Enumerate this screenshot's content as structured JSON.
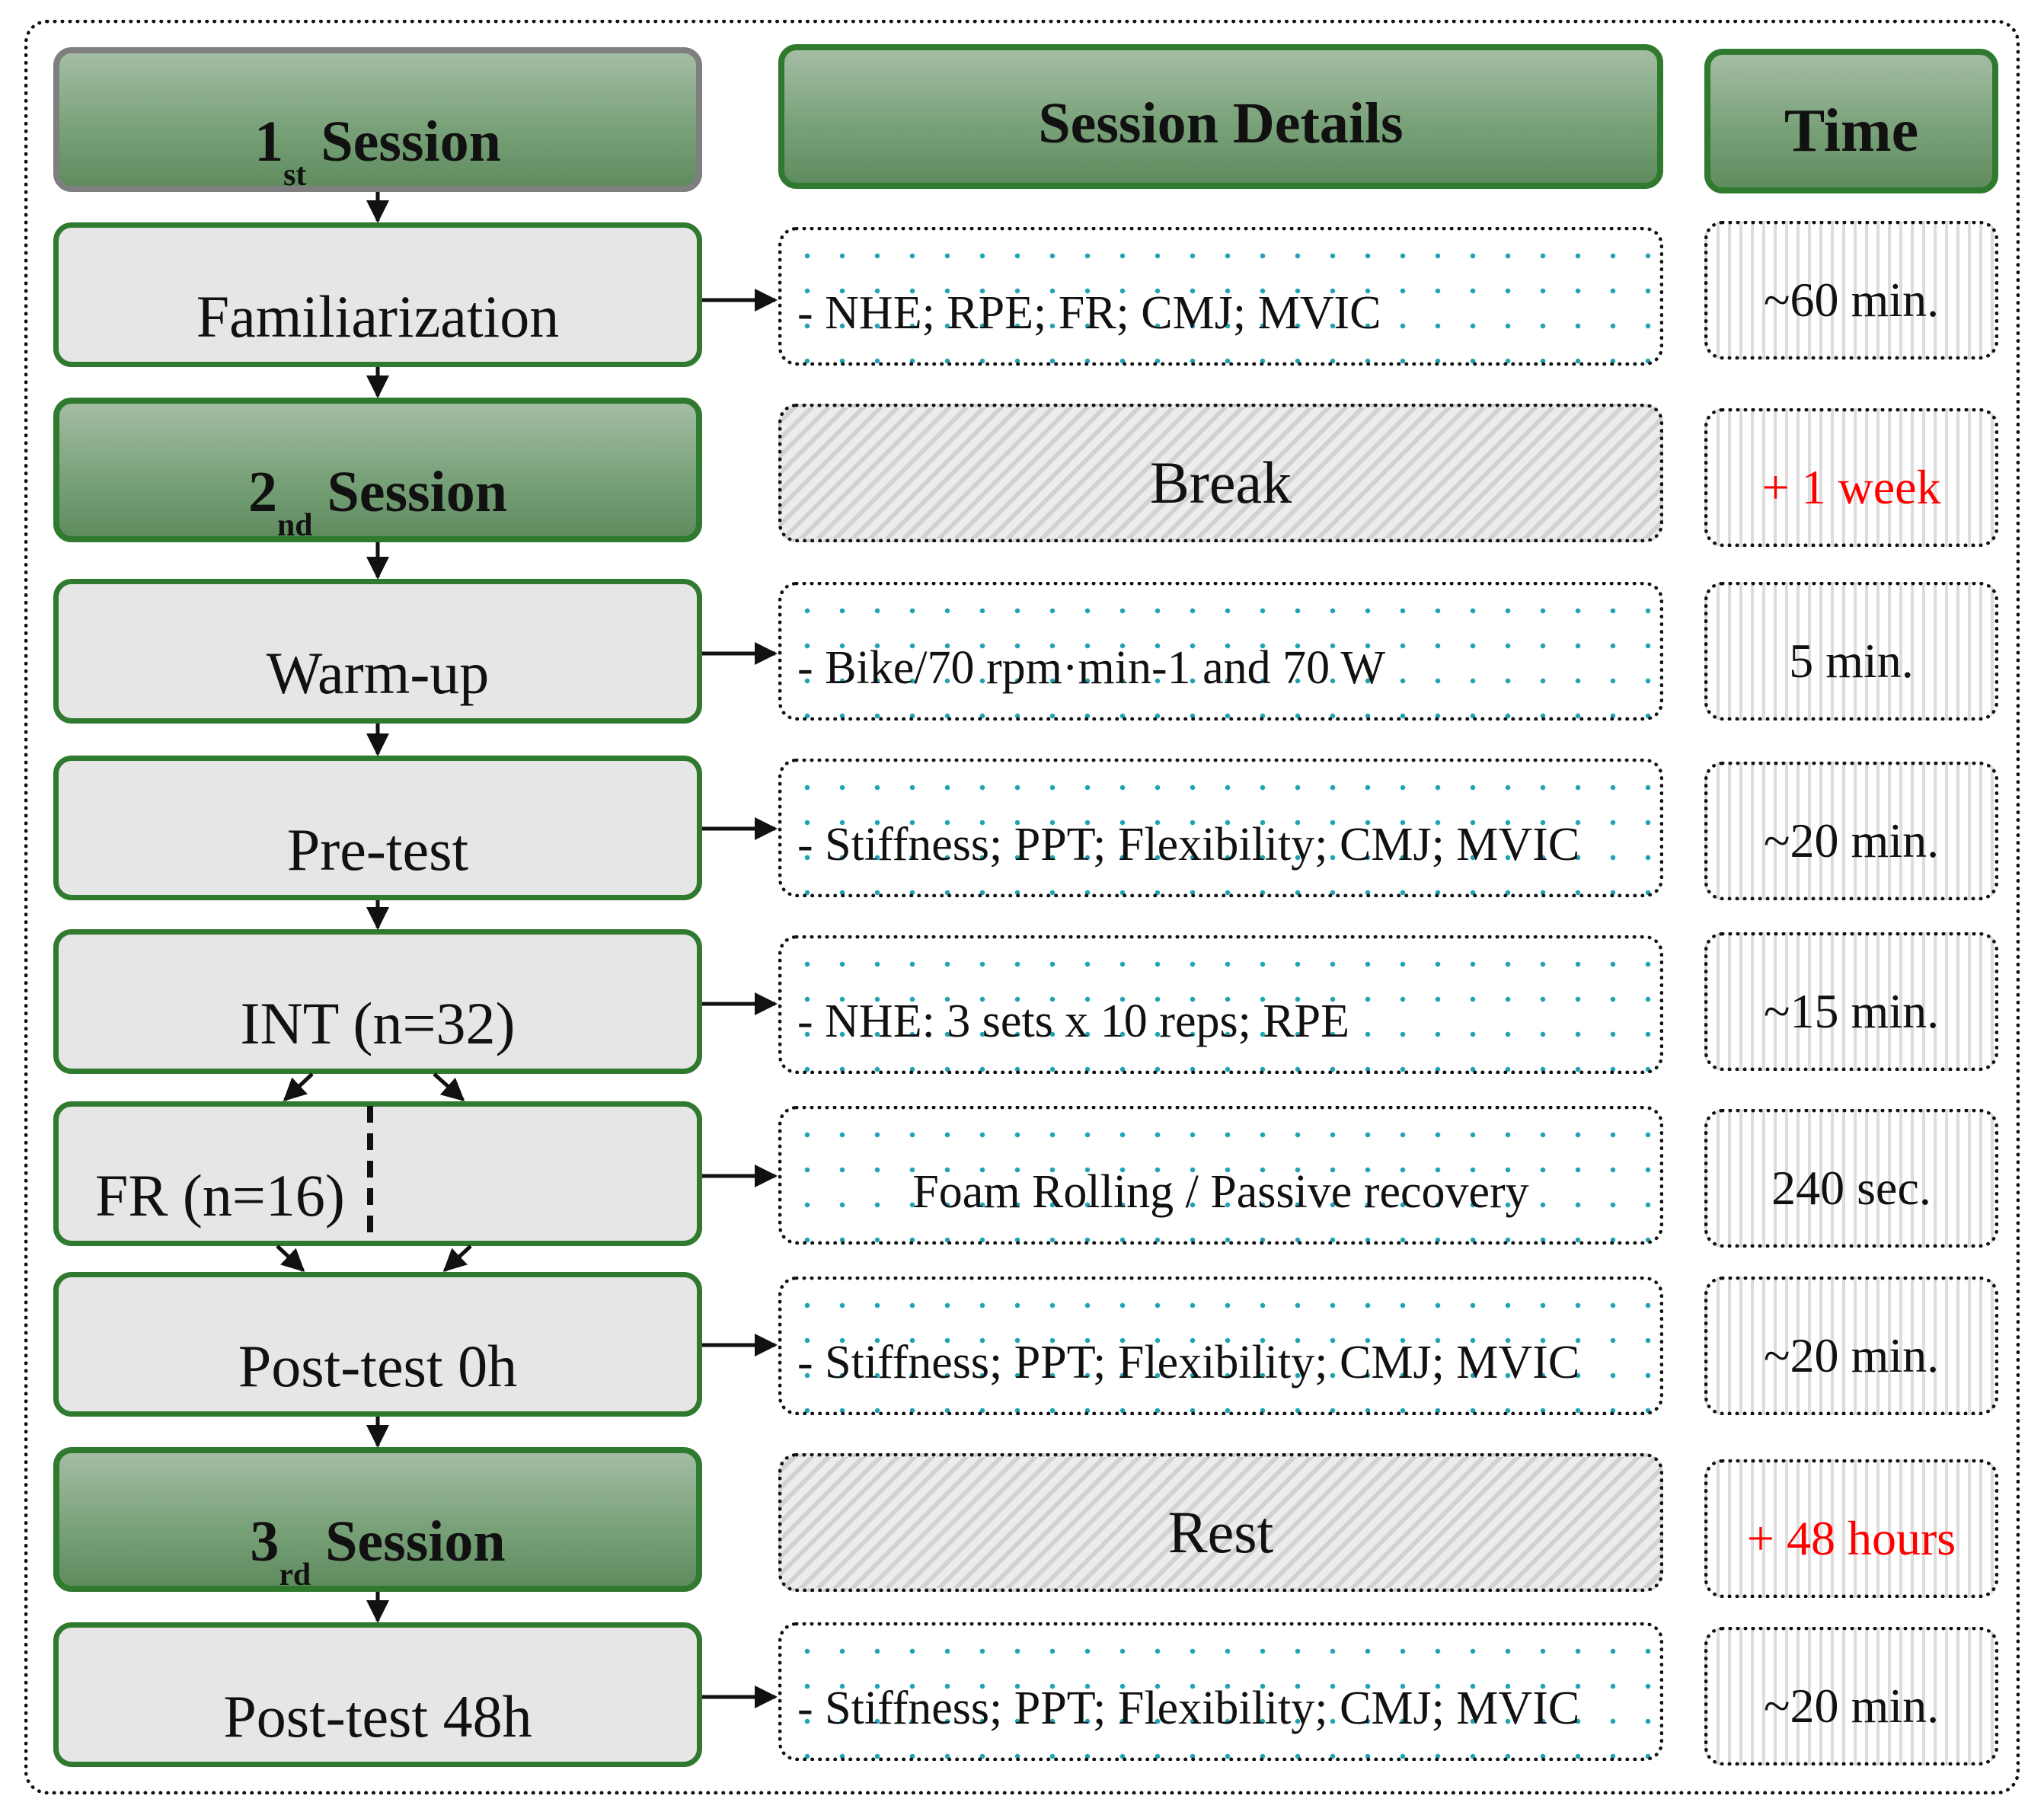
{
  "headers": {
    "session1": {
      "number": "1",
      "suffix": "st",
      "word": "Session"
    },
    "details": "Session Details",
    "time": "Time",
    "session2": {
      "number": "2",
      "suffix": "nd",
      "word": "Session"
    },
    "session3": {
      "number": "3",
      "suffix": "rd",
      "word": "Session"
    }
  },
  "steps": {
    "familiarization": "Familiarization",
    "warmup": "Warm-up",
    "pretest": "Pre-test",
    "int": "INT (n=32)",
    "fr": "FR (n=16)",
    "post0": "Post-test  0h",
    "post48": "Post-test  48h"
  },
  "details": {
    "familiarization": "- NHE; RPE; FR; CMJ; MVIC",
    "break": "Break",
    "warmup": "- Bike/70 rpm·min-1 and 70 W",
    "pretest": "- Stiffness; PPT; Flexibility; CMJ; MVIC",
    "int": "- NHE: 3 sets x 10 reps; RPE",
    "fr": "Foam Rolling / Passive recovery",
    "post0": "- Stiffness; PPT; Flexibility; CMJ; MVIC",
    "rest": "Rest",
    "post48": "- Stiffness; PPT; Flexibility; CMJ; MVIC"
  },
  "times": {
    "familiarization": "~60 min.",
    "break": "+ 1 week",
    "warmup": "5 min.",
    "pretest": "~20 min.",
    "int": "~15 min.",
    "fr": "240 sec.",
    "post0": "~20 min.",
    "rest": "+ 48 hours",
    "post48": "~20 min."
  },
  "colors": {
    "box_border": "#2f7a2f",
    "header_fill": "#7aa27a",
    "step_fill": "#e6e6e6",
    "dot_color": "#1ea3b3",
    "accent_text": "#ff0000"
  }
}
